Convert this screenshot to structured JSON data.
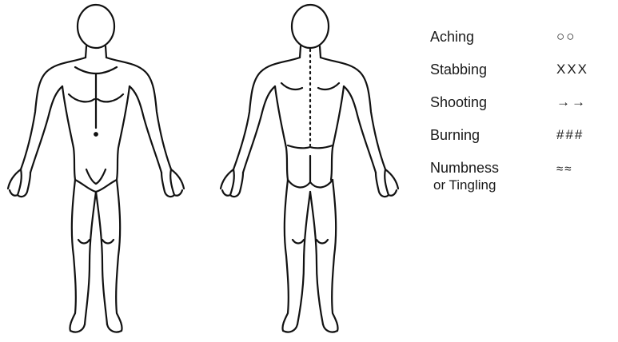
{
  "legend": {
    "rows": [
      {
        "label": "Aching",
        "symbol": "○○"
      },
      {
        "label": "Stabbing",
        "symbol": "XXX"
      },
      {
        "label": "Shooting",
        "symbol": "→→"
      },
      {
        "label": "Burning",
        "symbol": "###"
      },
      {
        "label": "Numbness",
        "label_sub": "or Tingling",
        "symbol": "≈≈"
      }
    ]
  },
  "figures": {
    "front_icon": "body-front-icon",
    "back_icon": "body-back-icon"
  }
}
